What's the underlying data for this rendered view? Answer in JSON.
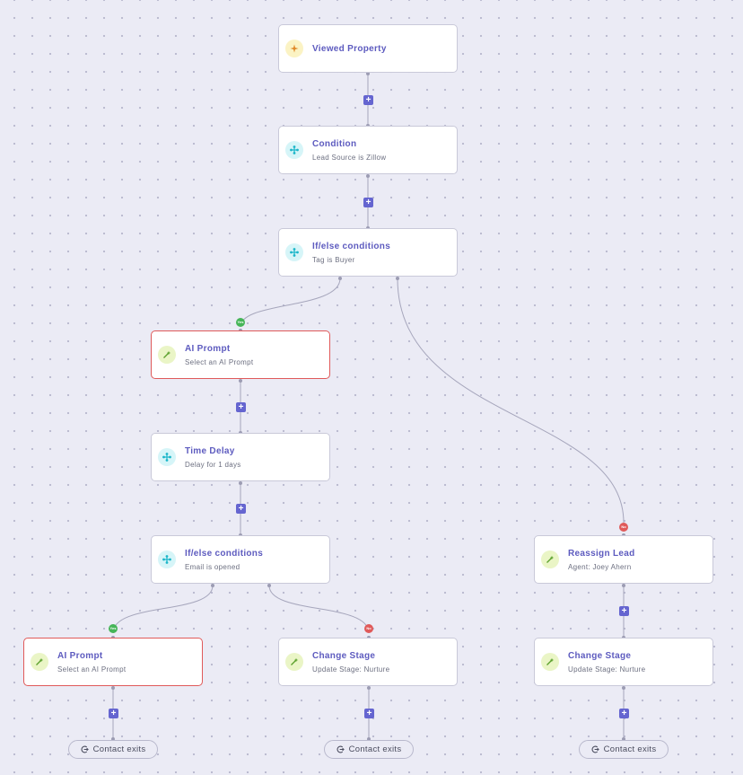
{
  "workflow": {
    "trigger": {
      "title": "Viewed Property",
      "icon": "sparkle-icon"
    },
    "condition": {
      "title": "Condition",
      "subtitle": "Lead Source is Zillow",
      "icon": "nodes-icon"
    },
    "ifelse_1": {
      "title": "If/else conditions",
      "subtitle": "Tag is Buyer",
      "icon": "nodes-icon"
    },
    "ai_prompt_1": {
      "title": "AI Prompt",
      "subtitle": "Select an AI Prompt",
      "icon": "wand-icon",
      "status": "error"
    },
    "time_delay": {
      "title": "Time Delay",
      "subtitle": "Delay for 1 days",
      "icon": "nodes-icon"
    },
    "ifelse_2": {
      "title": "If/else conditions",
      "subtitle": "Email is opened",
      "icon": "nodes-icon"
    },
    "ai_prompt_2": {
      "title": "AI Prompt",
      "subtitle": "Select an AI Prompt",
      "icon": "wand-icon",
      "status": "error"
    },
    "change_stage_1": {
      "title": "Change Stage",
      "subtitle": "Update Stage: Nurture",
      "icon": "wand-icon"
    },
    "reassign_lead": {
      "title": "Reassign Lead",
      "subtitle": "Agent: Joey Ahern",
      "icon": "wand-icon"
    },
    "change_stage_2": {
      "title": "Change Stage",
      "subtitle": "Update Stage: Nurture",
      "icon": "wand-icon"
    }
  },
  "branch_labels": {
    "yes": "Yes",
    "no": "No"
  },
  "add_step_label": "+",
  "exit_label": "Contact exits",
  "colors": {
    "canvas": "#ebebf5",
    "accent": "#5d5bbf",
    "add_button": "#6565d0",
    "yes_badge": "#46b558",
    "no_badge": "#e05a5a",
    "error_border": "#e05a5a"
  }
}
